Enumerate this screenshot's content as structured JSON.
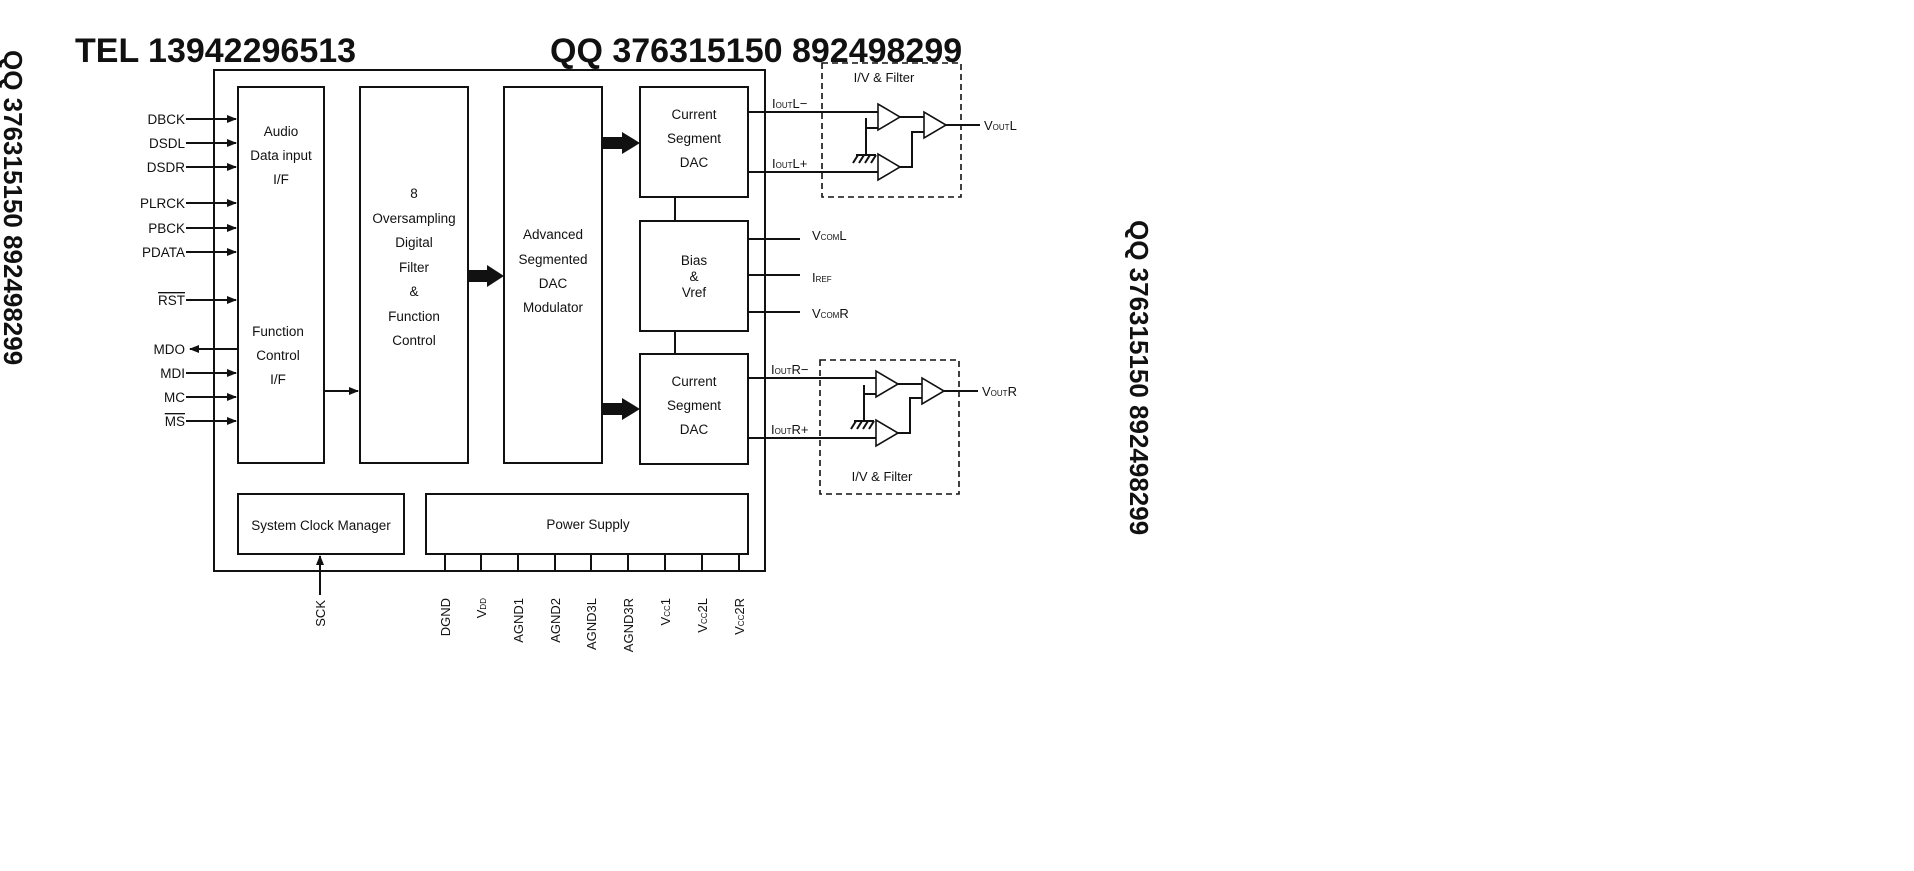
{
  "watermark": {
    "phone": "TEL  13942296513",
    "qq": "QQ  376315150  892498299",
    "side_left": "QQ  376315150  892498299",
    "side_right": "QQ  376315150  892498299",
    "color": "#eeeeee"
  },
  "inputs": [
    {
      "label": "DBCK",
      "direction": "in",
      "overline": false
    },
    {
      "label": "DSDL",
      "direction": "in",
      "overline": false
    },
    {
      "label": "DSDR",
      "direction": "in",
      "overline": false
    },
    {
      "label": "PLRCK",
      "direction": "in",
      "overline": false
    },
    {
      "label": "PBCK",
      "direction": "in",
      "overline": false
    },
    {
      "label": "PDATA",
      "direction": "in",
      "overline": false
    },
    {
      "label": "RST",
      "direction": "in",
      "overline": true
    },
    {
      "label": "MDO",
      "direction": "out",
      "overline": false
    },
    {
      "label": "MDI",
      "direction": "in",
      "overline": false
    },
    {
      "label": "MC",
      "direction": "in",
      "overline": false
    },
    {
      "label": "MS",
      "direction": "in",
      "overline": true
    }
  ],
  "blocks": {
    "audio_if": [
      "Audio",
      "Data input",
      "I/F"
    ],
    "function_if": [
      "Function",
      "Control",
      "I/F"
    ],
    "filter": [
      "8",
      "Oversampling",
      "Digital",
      "Filter",
      "&",
      "Function",
      "Control"
    ],
    "modulator": [
      "Advanced",
      "Segmented",
      "DAC",
      "Modulator"
    ],
    "dac_left": [
      "Current",
      "Segment",
      "DAC"
    ],
    "bias": [
      "Bias",
      "&",
      "Vref"
    ],
    "dac_right": [
      "Current",
      "Segment",
      "DAC"
    ],
    "clock": "System Clock Manager",
    "power": "Power Supply"
  },
  "filter_label_top": "I/V & Filter",
  "filter_label_bottom": "I/V & Filter",
  "signals": {
    "iout_l_minus": {
      "main": "I",
      "sub": "OUT",
      "tail": "L−"
    },
    "iout_l_plus": {
      "main": "I",
      "sub": "OUT",
      "tail": "L+"
    },
    "vout_l": {
      "main": "V",
      "sub": "OUT",
      "tail": "L"
    },
    "vcom_l": {
      "main": "V",
      "sub": "COM",
      "tail": "L"
    },
    "iref": {
      "main": "I",
      "sub": "REF",
      "tail": ""
    },
    "vcom_r": {
      "main": "V",
      "sub": "COM",
      "tail": "R"
    },
    "iout_r_minus": {
      "main": "I",
      "sub": "OUT",
      "tail": "R−"
    },
    "iout_r_plus": {
      "main": "I",
      "sub": "OUT",
      "tail": "R+"
    },
    "vout_r": {
      "main": "V",
      "sub": "OUT",
      "tail": "R"
    }
  },
  "sck": "SCK",
  "power_pins": [
    {
      "main": "DGND",
      "sub": "",
      "tail": ""
    },
    {
      "main": "V",
      "sub": "DD",
      "tail": ""
    },
    {
      "main": "AGND1",
      "sub": "",
      "tail": ""
    },
    {
      "main": "AGND2",
      "sub": "",
      "tail": ""
    },
    {
      "main": "AGND3L",
      "sub": "",
      "tail": ""
    },
    {
      "main": "AGND3R",
      "sub": "",
      "tail": ""
    },
    {
      "main": "V",
      "sub": "CC",
      "tail": "1"
    },
    {
      "main": "V",
      "sub": "CC",
      "tail": "2L"
    },
    {
      "main": "V",
      "sub": "CC",
      "tail": "2R"
    }
  ]
}
